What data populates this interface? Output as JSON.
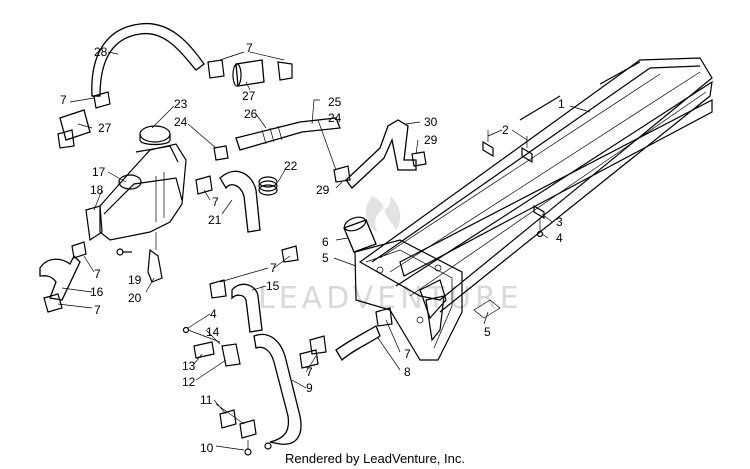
{
  "diagram": {
    "watermark": "LEADVENTURE",
    "footer": "Rendered by LeadVenture, Inc.",
    "callouts": [
      "28",
      "7",
      "27",
      "7",
      "27",
      "23",
      "24",
      "26",
      "25",
      "24",
      "30",
      "29",
      "1",
      "2",
      "17",
      "18",
      "22",
      "7",
      "21",
      "29",
      "3",
      "4",
      "6",
      "5",
      "7",
      "19",
      "20",
      "16",
      "7",
      "7",
      "15",
      "4",
      "14",
      "13",
      "12",
      "7",
      "9",
      "11",
      "10",
      "5",
      "7",
      "8"
    ]
  }
}
